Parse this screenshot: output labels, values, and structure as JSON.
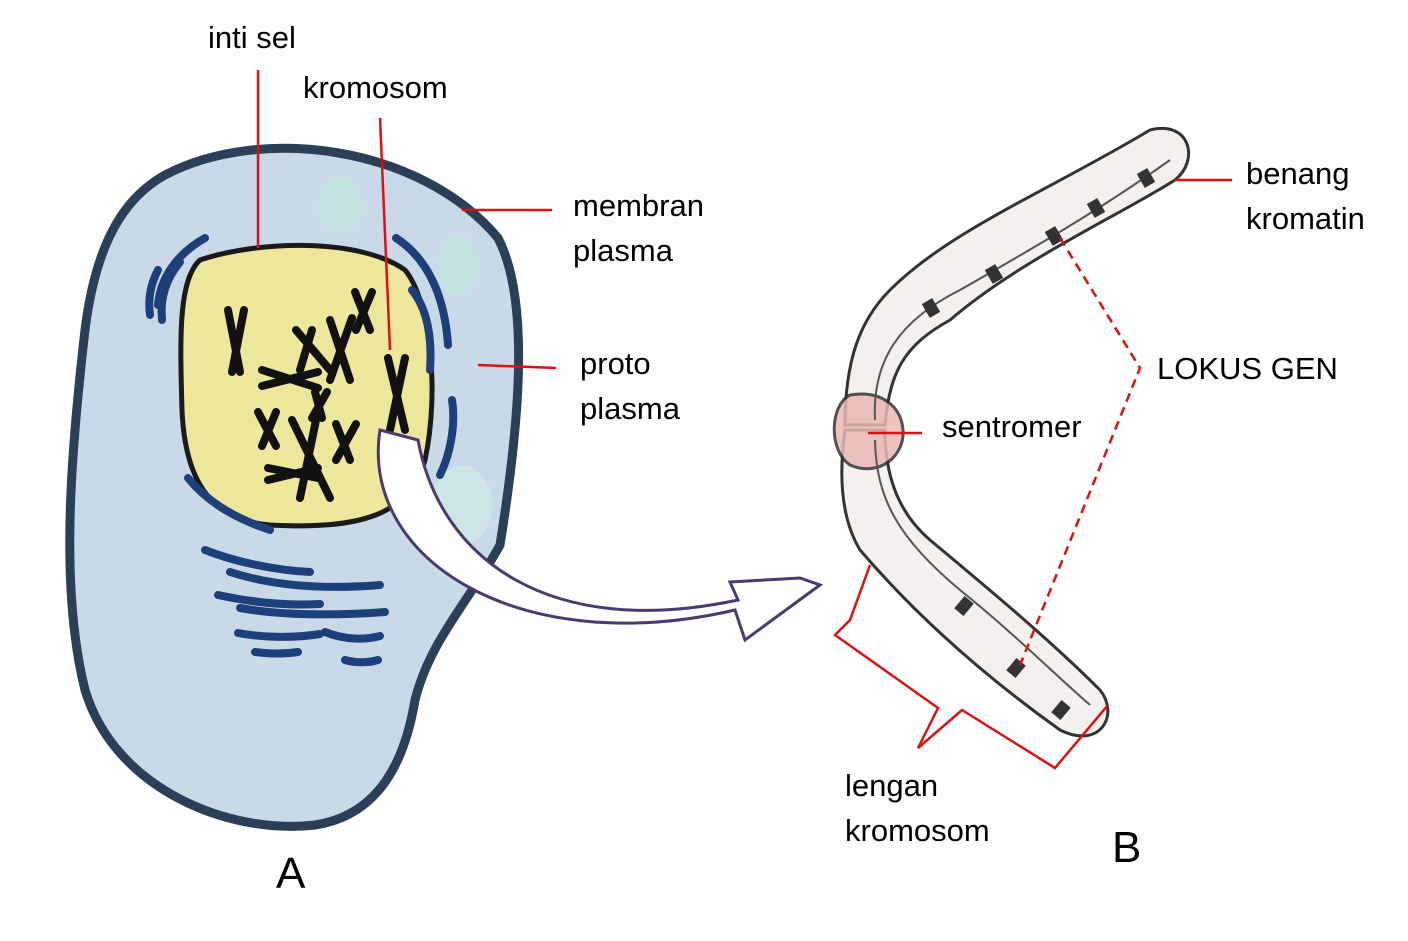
{
  "colors": {
    "cytoplasm": "#c9d9e8",
    "cell_outline": "#2b3f58",
    "nucleus": "#ece79a",
    "nucleus_outline": "#1a1a1a",
    "er": "#1d3f7a",
    "leader": "#dd1111",
    "arrow_outline": "#4a3a70",
    "chromosome_fill": "#f3f0ee",
    "centromere_tint": "#eab8b4"
  },
  "panel_a": {
    "label": "A",
    "labels": {
      "inti_sel": "inti sel",
      "kromosom": "kromosom",
      "membran_line1": "membran",
      "membran_line2": "plasma",
      "proto_line1": "proto",
      "proto_line2": "plasma"
    }
  },
  "panel_b": {
    "label": "B",
    "labels": {
      "benang_line1": "benang",
      "benang_line2": "kromatin",
      "lokus": "LOKUS GEN",
      "sentromer": "sentromer",
      "lengan_line1": "lengan",
      "lengan_line2": "kromosom"
    }
  }
}
